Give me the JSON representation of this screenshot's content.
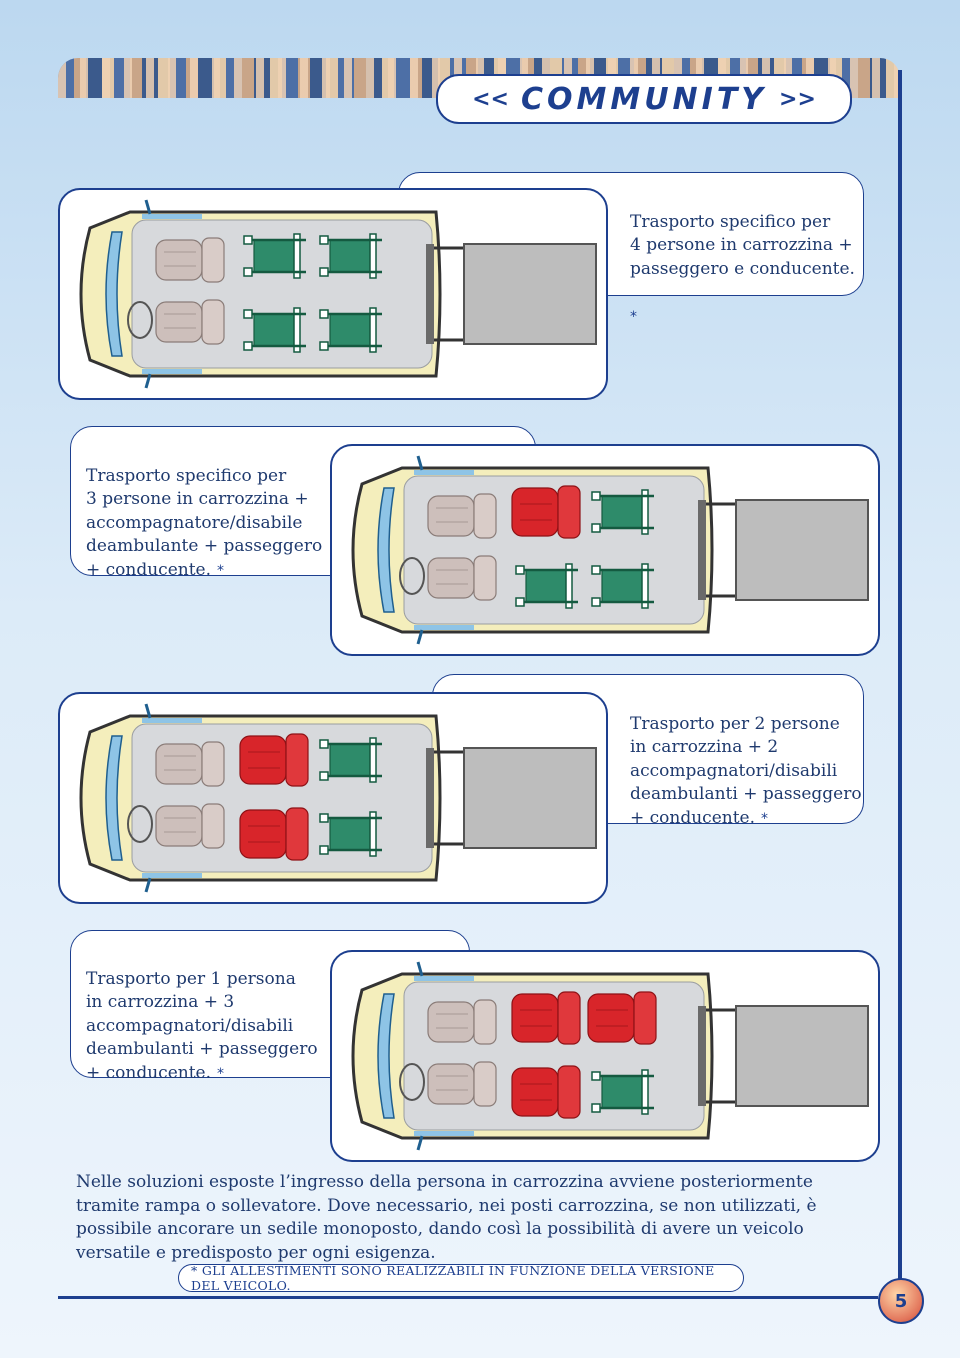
{
  "header": {
    "title_left": "<<",
    "title": "COMMUNITY",
    "title_right": ">>"
  },
  "layouts": [
    {
      "caption": "Trasporto specifico per\n4 persone in carrozzina +\npasseggero e conducente.",
      "star": "*",
      "seats": [
        "wheelchair",
        "wheelchair",
        "wheelchair",
        "wheelchair"
      ]
    },
    {
      "caption": "Trasporto specifico per\n3 persone in carrozzina +\naccompagnatore/disabile\ndeambulante + passeggero\n+ conducente.",
      "star": "*",
      "seats": [
        "seat",
        "wheelchair",
        "wheelchair",
        "wheelchair"
      ]
    },
    {
      "caption": "Trasporto per 2 persone\nin carrozzina + 2\naccompagnatori/disabili\ndeambulanti + passeggero\n+ conducente.",
      "star": "*",
      "seats": [
        "seat",
        "wheelchair",
        "seat",
        "wheelchair"
      ]
    },
    {
      "caption": "Trasporto per 1 persona\nin carrozzina + 3\naccompagnatori/disabili\ndeambulanti + passeggero\n+ conducente.",
      "star": "*",
      "seats": [
        "seat",
        "seat",
        "seat",
        "wheelchair"
      ]
    }
  ],
  "body_text": "Nelle soluzioni esposte l’ingresso della persona in carrozzina avviene posteriormente tramite rampa o sollevatore. Dove necessario, nei posti carrozzina, se non utilizzati, è possibile ancorare un sedile monoposto, dando così la possibilità di avere un veicolo versatile e predisposto per ogni esigenza.",
  "note": "* GLI ALLESTIMENTI SONO REALIZZABILI IN FUNZIONE DELLA VERSIONE DEL VEICOLO.",
  "page_number": "5",
  "colors": {
    "accent": "#1d3f8f",
    "wheelchair": "#2e8b6a",
    "seat_red": "#d8252a",
    "seat_beige": "#cdbfbb",
    "van_body": "#f4eebc"
  }
}
